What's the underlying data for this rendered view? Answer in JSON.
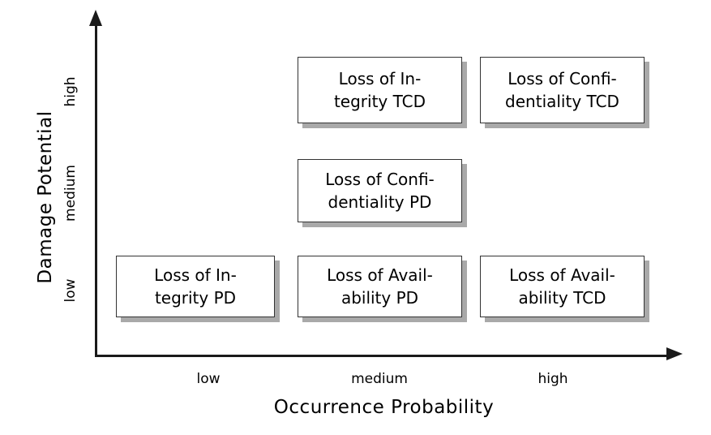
{
  "chart_data": {
    "type": "heatmap",
    "title": "",
    "xlabel": "Occurrence Probability",
    "ylabel": "Damage Potential",
    "x_categories": [
      "low",
      "medium",
      "high"
    ],
    "y_categories": [
      "low",
      "medium",
      "high"
    ],
    "grid": false,
    "legend": "none",
    "axis_style": "arrow",
    "cells": [
      {
        "x": "medium",
        "y": "high",
        "label": "Loss of Integrity TCD",
        "line1": "Loss of In-",
        "line2": "tegrity TCD"
      },
      {
        "x": "high",
        "y": "high",
        "label": "Loss of Confidentiality TCD",
        "line1": "Loss of Confi-",
        "line2": "dentiality TCD"
      },
      {
        "x": "medium",
        "y": "medium",
        "label": "Loss of Confidentiality PD",
        "line1": "Loss of Confi-",
        "line2": "dentiality PD"
      },
      {
        "x": "low",
        "y": "low",
        "label": "Loss of Integrity PD",
        "line1": "Loss of In-",
        "line2": "tegrity PD"
      },
      {
        "x": "medium",
        "y": "low",
        "label": "Loss of Availability PD",
        "line1": "Loss of Avail-",
        "line2": "ability PD"
      },
      {
        "x": "high",
        "y": "low",
        "label": "Loss of Availability TCD",
        "line1": "Loss of Avail-",
        "line2": "ability TCD"
      }
    ],
    "empty_cells": [
      {
        "x": "low",
        "y": "high"
      },
      {
        "x": "low",
        "y": "medium"
      },
      {
        "x": "high",
        "y": "medium"
      }
    ]
  },
  "axes": {
    "y": {
      "title": "Damage Potential",
      "ticks": [
        {
          "label": "high"
        },
        {
          "label": "medium"
        },
        {
          "label": "low"
        }
      ]
    },
    "x": {
      "title": "Occurrence Probability",
      "ticks": [
        {
          "label": "low"
        },
        {
          "label": "medium"
        },
        {
          "label": "high"
        }
      ]
    }
  },
  "colors": {
    "background": "#ffffff",
    "axis": "#1a1a1a",
    "box_border": "#333333",
    "box_fill": "#ffffff",
    "box_shadow": "#a9a9a9",
    "text": "#000000"
  }
}
